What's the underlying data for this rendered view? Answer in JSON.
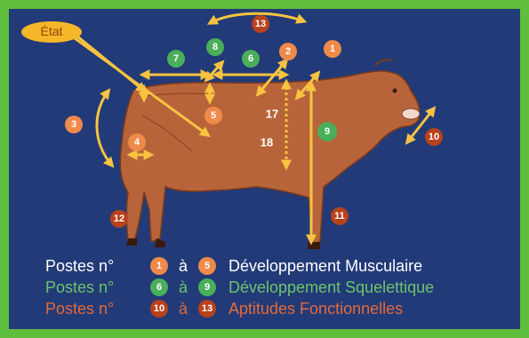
{
  "diagram": {
    "etat_label": "État",
    "markers": [
      {
        "num": "1",
        "group": "muscle"
      },
      {
        "num": "2",
        "group": "muscle"
      },
      {
        "num": "3",
        "group": "muscle"
      },
      {
        "num": "4",
        "group": "muscle"
      },
      {
        "num": "5",
        "group": "muscle"
      },
      {
        "num": "6",
        "group": "squelette"
      },
      {
        "num": "7",
        "group": "squelette"
      },
      {
        "num": "8",
        "group": "squelette"
      },
      {
        "num": "9",
        "group": "squelette"
      },
      {
        "num": "10",
        "group": "fonction"
      },
      {
        "num": "11",
        "group": "fonction"
      },
      {
        "num": "12",
        "group": "fonction"
      },
      {
        "num": "13",
        "group": "fonction"
      }
    ],
    "plain_numbers": [
      "17",
      "18"
    ]
  },
  "legend": [
    {
      "prefix": "Postes n°",
      "from": "1",
      "connector": "à",
      "to": "5",
      "label": "Développement Musculaire"
    },
    {
      "prefix": "Postes n°",
      "from": "6",
      "connector": "à",
      "to": "9",
      "label": "Développement Squelettique"
    },
    {
      "prefix": "Postes n°",
      "from": "10",
      "connector": "à",
      "to": "13",
      "label": "Aptitudes Fonctionnelles"
    }
  ],
  "colors": {
    "border": "#5fbf3d",
    "background": "#223a78",
    "cow": "#b8643a",
    "arrows": "#f7c340",
    "muscle": "#ef8a4a",
    "squelette": "#4aae5a",
    "fonction": "#b8421c",
    "etat_bubble": "#f6b72a"
  }
}
